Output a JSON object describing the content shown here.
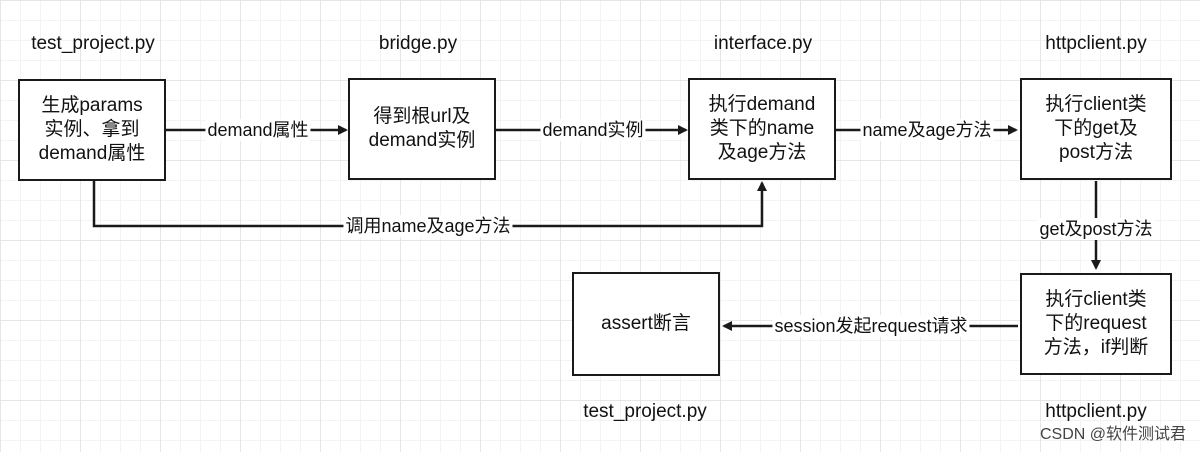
{
  "file_labels": {
    "test_project_top": "test_project.py",
    "bridge": "bridge.py",
    "interface": "interface.py",
    "httpclient_top": "httpclient.py",
    "test_project_bottom": "test_project.py",
    "httpclient_bottom": "httpclient.py"
  },
  "boxes": {
    "test_project": [
      "生成params",
      "实例、拿到",
      "demand属性"
    ],
    "bridge": [
      "得到根url及",
      "demand实例"
    ],
    "interface": [
      "执行demand",
      "类下的name",
      "及age方法"
    ],
    "httpclient_get_post": [
      "执行client类",
      "下的get及",
      "post方法"
    ],
    "httpclient_request": [
      "执行client类",
      "下的request",
      "方法，if判断"
    ],
    "assert": [
      "assert断言"
    ]
  },
  "edges": {
    "test_to_bridge": "demand属性",
    "bridge_to_interface": "demand实例",
    "interface_to_httpclient": "name及age方法",
    "test_to_interface_call": "调用name及age方法",
    "get_post_down": "get及post方法",
    "session_request": "session发起request请求"
  },
  "watermark": "CSDN @软件测试君",
  "colors": {
    "stroke": "#1a1a1a",
    "grid_major": "#e6e6e6",
    "grid_minor": "#f3f3f3"
  }
}
